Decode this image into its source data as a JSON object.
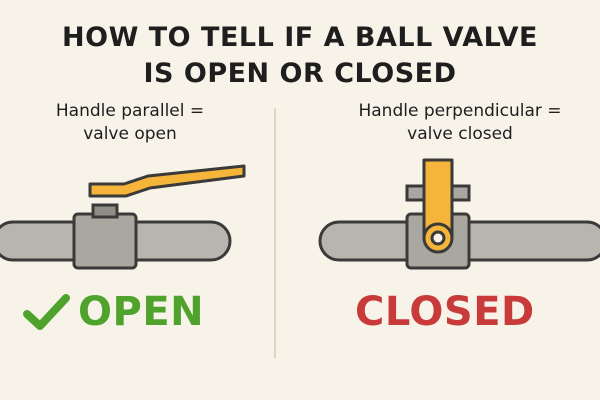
{
  "title": {
    "line1": "HOW TO TELL IF A BALL VALVE",
    "line2": "IS OPEN OR CLOSED"
  },
  "open_panel": {
    "caption_line1": "Handle parallel =",
    "caption_line2": "valve open",
    "status": "OPEN",
    "status_icon": "check-icon"
  },
  "closed_panel": {
    "caption_line1": "Handle perpendicular =",
    "caption_line2": "valve closed",
    "status": "CLOSED"
  },
  "colors": {
    "background": "#f8f3e9",
    "pipe": "#b7b5ad",
    "outline": "#3a3a3a",
    "handle": "#f5b43a",
    "open": "#4fa32c",
    "closed": "#c93a3a"
  }
}
